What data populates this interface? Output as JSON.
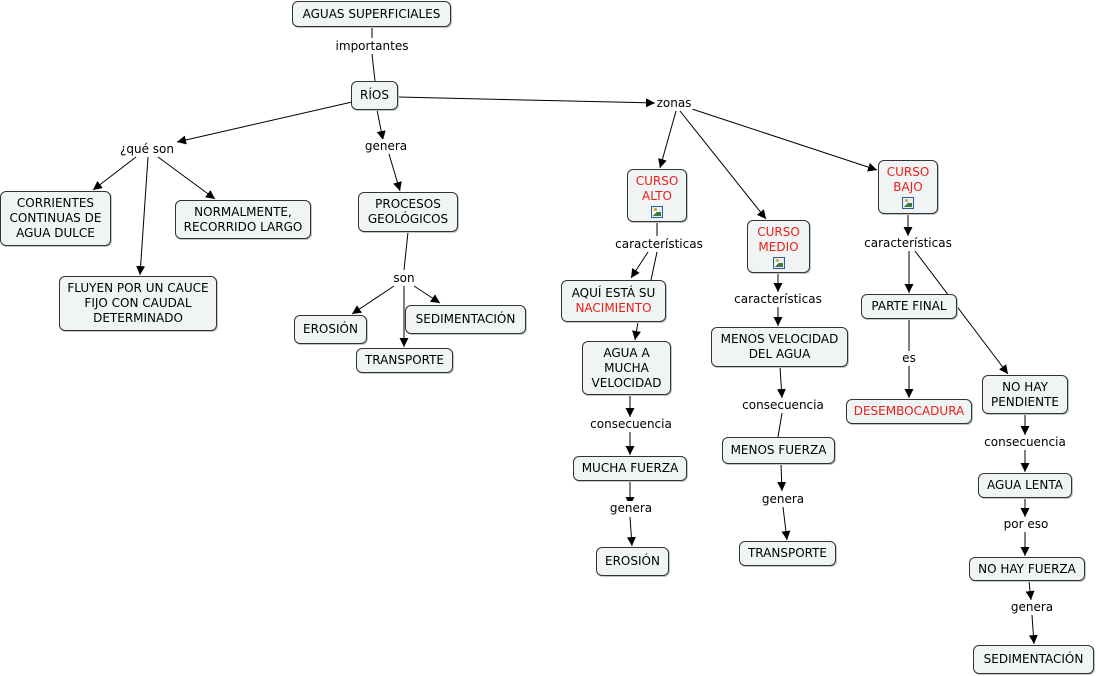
{
  "nodes": {
    "aguas": "AGUAS SUPERFICIALES",
    "rios": "RÍOS",
    "corrientes": [
      "CORRIENTES",
      "CONTINUAS DE",
      "AGUA DULCE"
    ],
    "normalmente": [
      "NORMALMENTE,",
      "RECORRIDO LARGO"
    ],
    "fluyen": [
      "FLUYEN POR UN CAUCE",
      "FIJO CON CAUDAL",
      "DETERMINADO"
    ],
    "procesos": [
      "PROCESOS",
      "GEOLÓGICOS"
    ],
    "erosion_geo": "EROSIÓN",
    "sedimentacion_geo": "SEDIMENTACIÓN",
    "transporte_geo": "TRANSPORTE",
    "curso_alto": [
      "CURSO",
      "ALTO"
    ],
    "curso_medio": [
      "CURSO",
      "MEDIO"
    ],
    "curso_bajo": [
      "CURSO",
      "BAJO"
    ],
    "nacimiento": [
      "AQUÍ ESTÁ SU",
      "NACIMIENTO"
    ],
    "agua_mucha": [
      "AGUA A",
      "MUCHA",
      "VELOCIDAD"
    ],
    "mucha_fuerza": "MUCHA FUERZA",
    "erosion_alto": "EROSIÓN",
    "menos_velocidad": [
      "MENOS VELOCIDAD",
      "DEL AGUA"
    ],
    "menos_fuerza": "MENOS FUERZA",
    "transporte_medio": "TRANSPORTE",
    "parte_final": "PARTE FINAL",
    "desembocadura": "DESEMBOCADURA",
    "no_pendiente": [
      "NO HAY",
      "PENDIENTE"
    ],
    "agua_lenta": "AGUA LENTA",
    "no_fuerza": "NO HAY FUERZA",
    "sedimentacion_bajo": "SEDIMENTACIÓN"
  },
  "labels": {
    "importantes": "importantes",
    "que_son": "¿qué son",
    "genera_rios": "genera",
    "zonas": "zonas",
    "son": "son",
    "car_alto": "características",
    "car_medio": "características",
    "car_bajo": "características",
    "cons_alto": "consecuencia",
    "genera_alto": "genera",
    "cons_medio": "consecuencia",
    "genera_medio": "genera",
    "es": "es",
    "cons_bajo": "consecuencia",
    "por_eso": "por eso",
    "genera_bajo": "genera"
  },
  "icons": {
    "attached_image": "image-icon"
  },
  "colors": {
    "node_fill": "#f0f4f4",
    "node_border": "#333333",
    "highlight_text": "#e8201a"
  }
}
